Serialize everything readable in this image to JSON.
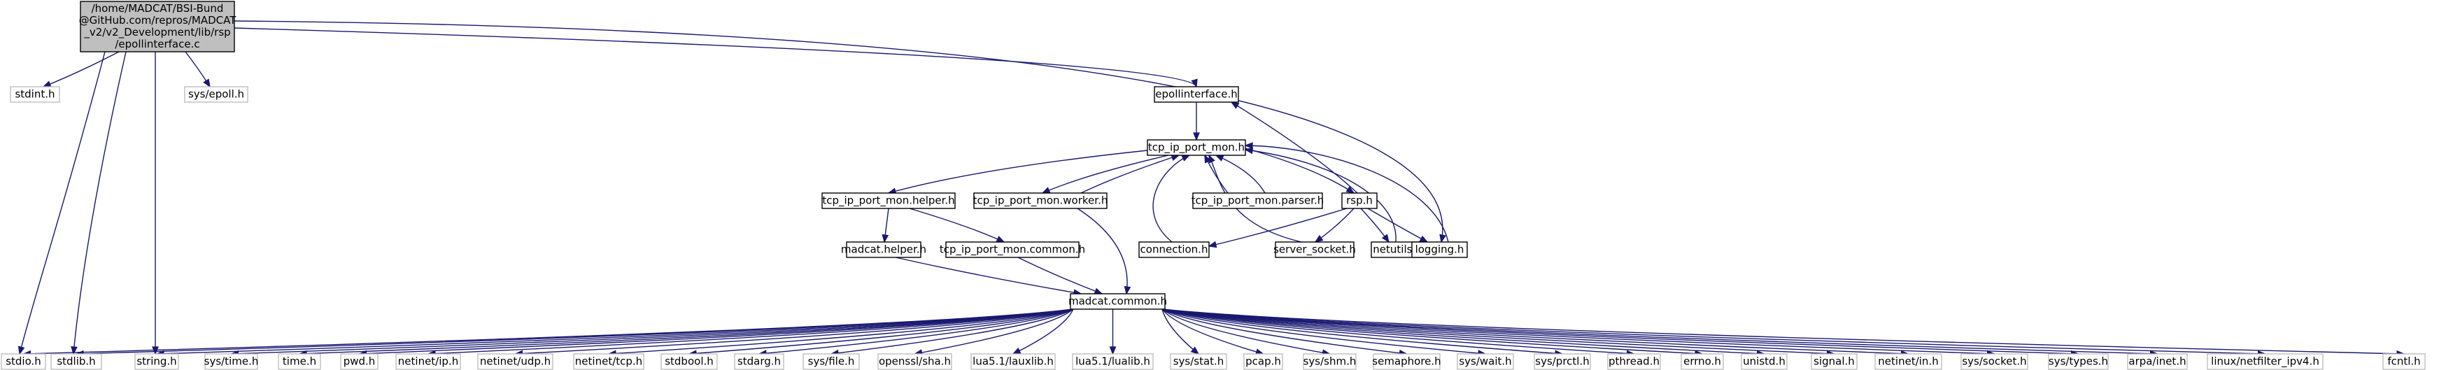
{
  "colors": {
    "edge": "#191970",
    "node_border": "#000000",
    "external_border": "#bfbfbf",
    "root_fill": "#bfbfbf",
    "node_fill": "#ffffff",
    "text": "#000000"
  },
  "root_lines": [
    "/home/MADCAT/BSI-Bund",
    "@GitHub.com/repros/MADCAT",
    "_v2/v2_Development/lib/rsp",
    "/epollinterface.c"
  ],
  "nodes": {
    "stdint_h": "stdint.h",
    "sys_epoll_h": "sys/epoll.h",
    "epollinterface_h": "epollinterface.h",
    "tcp_ip_port_mon_h": "tcp_ip_port_mon.h",
    "helper_h": "tcp_ip_port_mon.helper.h",
    "worker_h": "tcp_ip_port_mon.worker.h",
    "parser_h": "tcp_ip_port_mon.parser.h",
    "rsp_h": "rsp.h",
    "madcat_helper_h": "madcat.helper.h",
    "common_h": "tcp_ip_port_mon.common.h",
    "connection_h": "connection.h",
    "server_socket_h": "server_socket.h",
    "netutils_h": "netutils.h",
    "logging_h": "logging.h",
    "madcat_common_h": "madcat.common.h",
    "stdio_h": "stdio.h",
    "stdlib_h": "stdlib.h",
    "string_h": "string.h",
    "sys_time_h": "sys/time.h",
    "time_h": "time.h",
    "pwd_h": "pwd.h",
    "netinet_ip_h": "netinet/ip.h",
    "netinet_udp_h": "netinet/udp.h",
    "netinet_tcp_h": "netinet/tcp.h",
    "stdbool_h": "stdbool.h",
    "stdarg_h": "stdarg.h",
    "sys_file_h": "sys/file.h",
    "openssl_sha_h": "openssl/sha.h",
    "lua_lauxlib_h": "lua5.1/lauxlib.h",
    "lua_lualib_h": "lua5.1/lualib.h",
    "sys_stat_h": "sys/stat.h",
    "pcap_h": "pcap.h",
    "sys_shm_h": "sys/shm.h",
    "semaphore_h": "semaphore.h",
    "sys_wait_h": "sys/wait.h",
    "sys_prctl_h": "sys/prctl.h",
    "pthread_h": "pthread.h",
    "errno_h": "errno.h",
    "unistd_h": "unistd.h",
    "signal_h": "signal.h",
    "netinet_in_h": "netinet/in.h",
    "sys_socket_h": "sys/socket.h",
    "sys_types_h": "sys/types.h",
    "arpa_inet_h": "arpa/inet.h",
    "linux_netfilter_ipv4_h": "linux/netfilter_ipv4.h",
    "fcntl_h": "fcntl.h"
  }
}
